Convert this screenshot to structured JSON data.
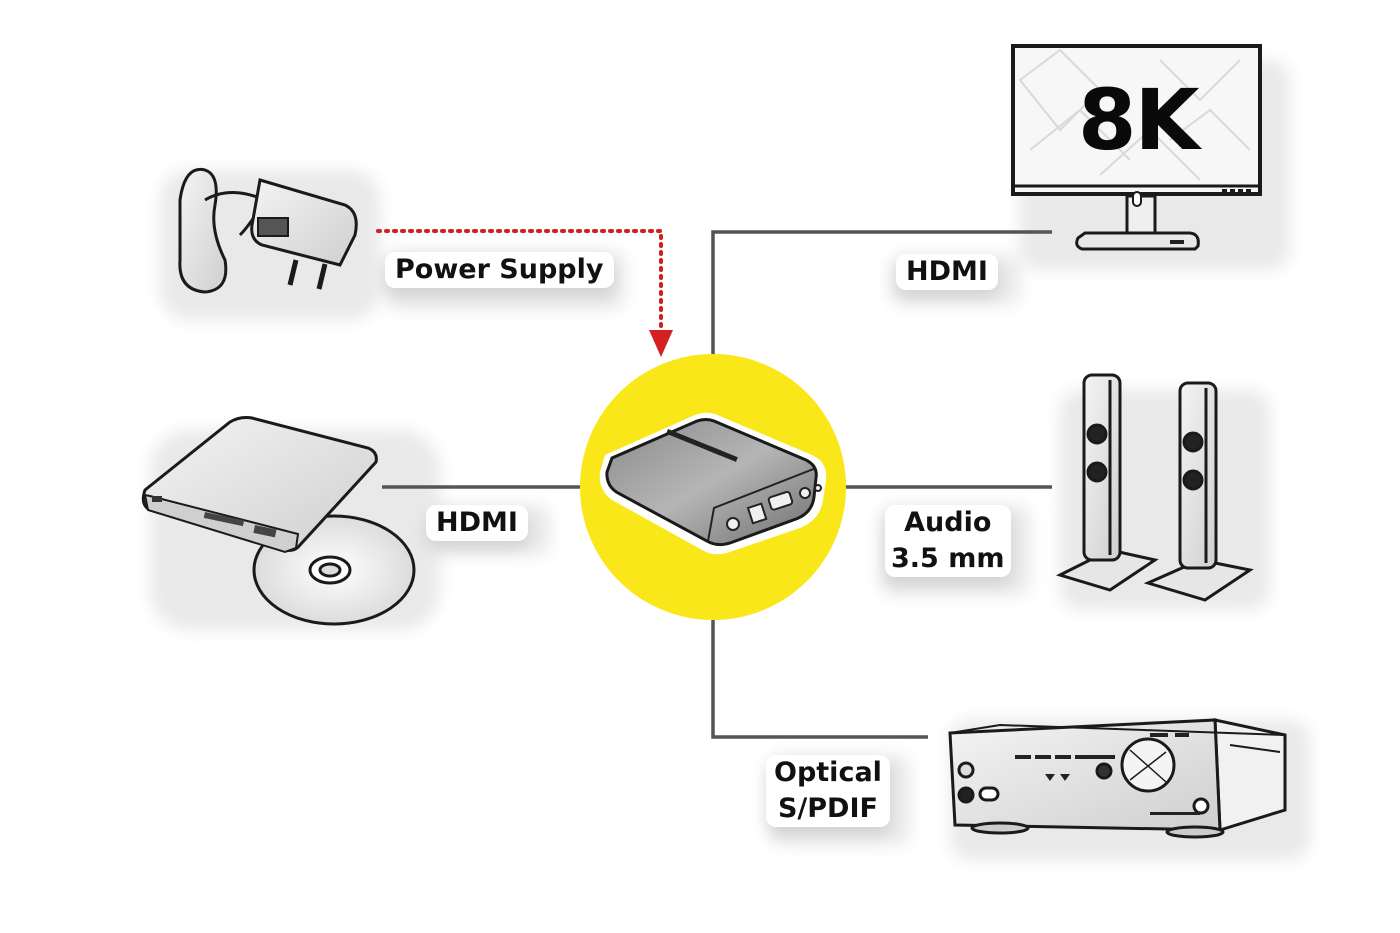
{
  "diagram": {
    "title": "HDMI 8K Audio Extractor connection diagram",
    "colors": {
      "hub_circle": "#fae71a",
      "connector_line": "#555555",
      "power_line": "#d42020",
      "label_text": "#111111",
      "background": "#ffffff"
    },
    "center_device": {
      "name": "HDMI audio extractor"
    },
    "devices": [
      {
        "id": "power-adapter",
        "name": "Power adapter"
      },
      {
        "id": "blu-ray-player",
        "name": "Optical disc player"
      },
      {
        "id": "monitor",
        "name": "Monitor",
        "screen_text": "8K"
      },
      {
        "id": "speakers",
        "name": "Speakers"
      },
      {
        "id": "av-receiver",
        "name": "AV receiver"
      }
    ],
    "connections": [
      {
        "from": "power-adapter",
        "label": "Power Supply",
        "style": "dotted-arrow"
      },
      {
        "from": "blu-ray-player",
        "label": "HDMI",
        "style": "solid"
      },
      {
        "to": "monitor",
        "label": "HDMI",
        "style": "solid"
      },
      {
        "to": "speakers",
        "label_line1": "Audio",
        "label_line2": "3.5 mm",
        "style": "solid"
      },
      {
        "to": "av-receiver",
        "label_line1": "Optical",
        "label_line2": "S/PDIF",
        "style": "solid"
      }
    ]
  }
}
